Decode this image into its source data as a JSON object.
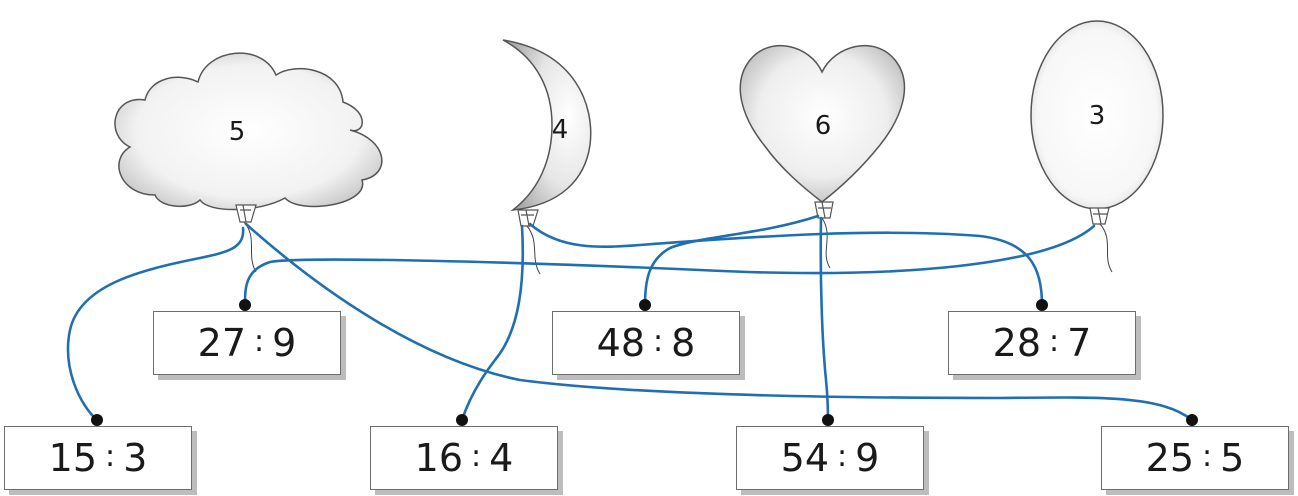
{
  "balloons": [
    {
      "id": "cloud",
      "number": "5"
    },
    {
      "id": "moon",
      "number": "4"
    },
    {
      "id": "heart",
      "number": "6"
    },
    {
      "id": "oval",
      "number": "3"
    }
  ],
  "expressions": [
    {
      "id": "e27-9",
      "left": "27",
      "right": "9"
    },
    {
      "id": "e48-8",
      "left": "48",
      "right": "8"
    },
    {
      "id": "e28-7",
      "left": "28",
      "right": "7"
    },
    {
      "id": "e15-3",
      "left": "15",
      "right": "3"
    },
    {
      "id": "e16-4",
      "left": "16",
      "right": "4"
    },
    {
      "id": "e54-9",
      "left": "54",
      "right": "9"
    },
    {
      "id": "e25-5",
      "left": "25",
      "right": "5"
    }
  ],
  "connections": [
    {
      "balloon": "cloud",
      "expression": "15 : 3"
    },
    {
      "balloon": "cloud",
      "expression": "25 : 5"
    },
    {
      "balloon": "moon",
      "expression": "16 : 4"
    },
    {
      "balloon": "moon",
      "expression": "28 : 7"
    },
    {
      "balloon": "heart",
      "expression": "48 : 8"
    },
    {
      "balloon": "heart",
      "expression": "54 : 9"
    },
    {
      "balloon": "oval",
      "expression": "27 : 9"
    }
  ],
  "colors": {
    "string": "#1f6fb2",
    "outline": "#555555",
    "shadow": "#bdbdbd"
  }
}
